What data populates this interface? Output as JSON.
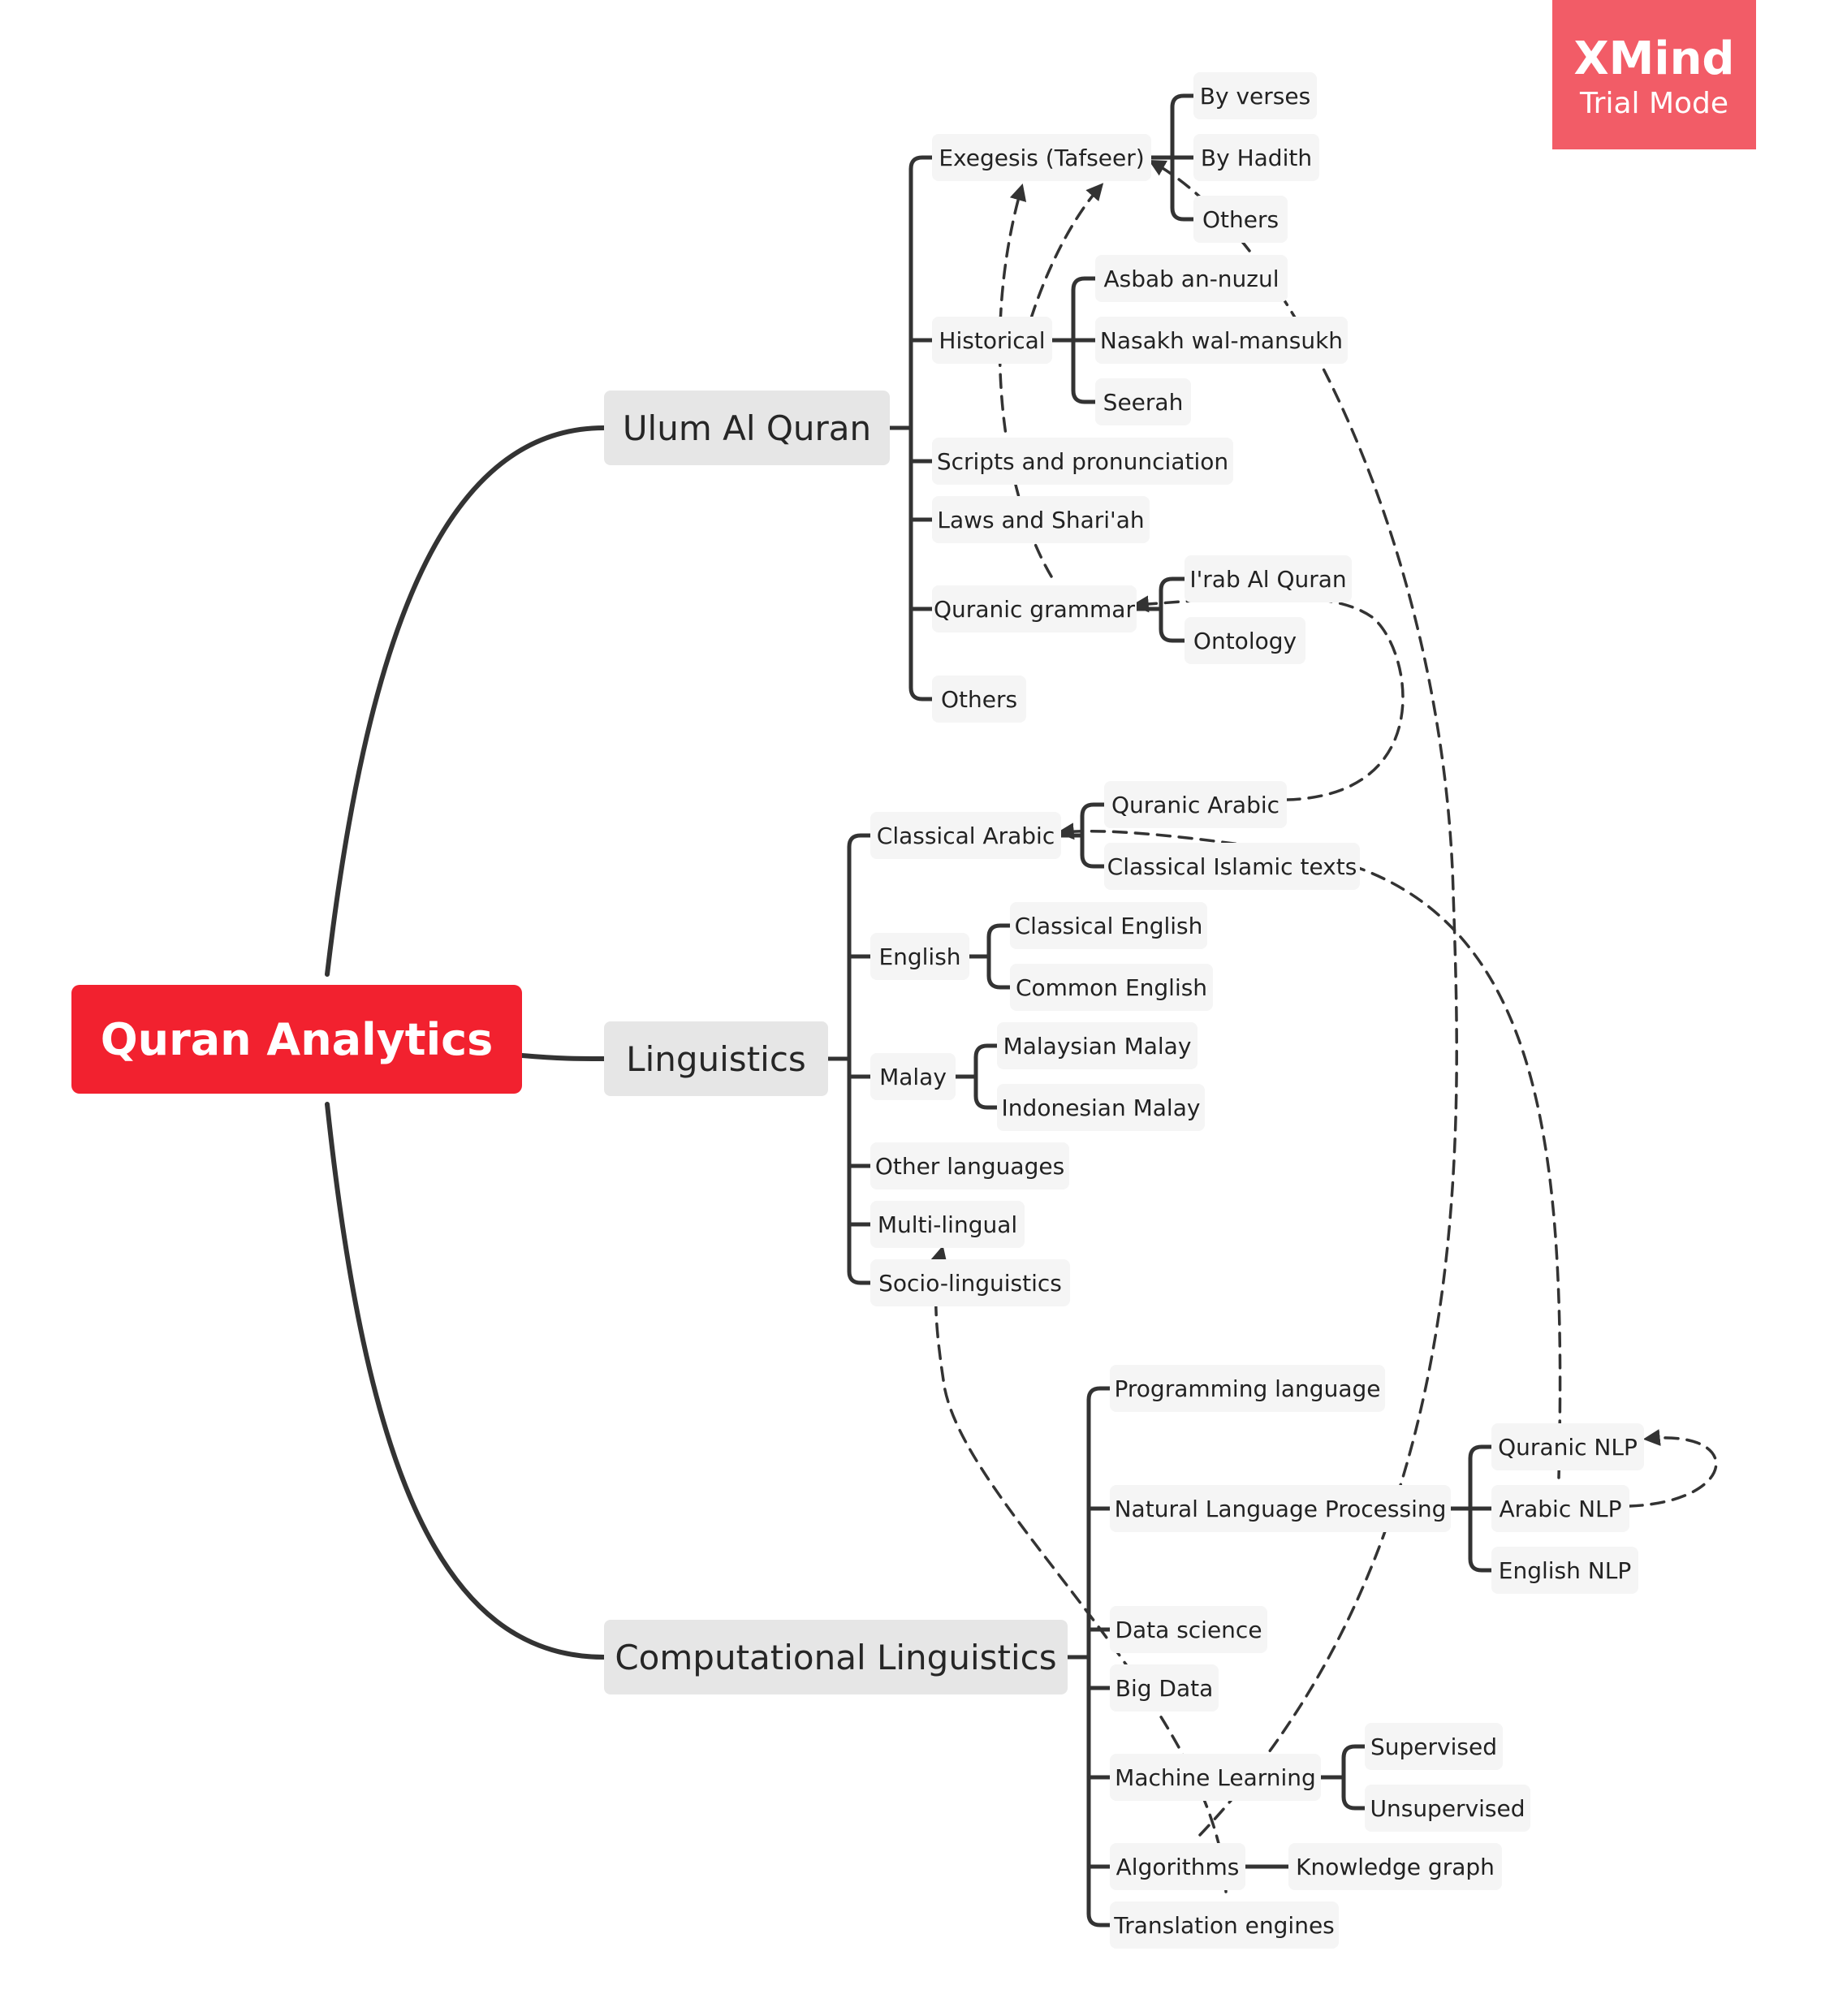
{
  "watermark": {
    "brand": "XMind",
    "mode": "Trial Mode"
  },
  "colors": {
    "root": "#f2212f",
    "branch": "#333333",
    "watermark": "#f25c67"
  },
  "map": {
    "root": "Quran Analytics",
    "branches": [
      {
        "label": "Ulum Al Quran",
        "children": [
          {
            "label": "Exegesis (Tafseer)",
            "children": [
              "By verses",
              "By Hadith",
              "Others"
            ]
          },
          {
            "label": "Historical",
            "children": [
              "Asbab an-nuzul",
              "Nasakh wal-mansukh",
              "Seerah"
            ]
          },
          {
            "label": "Scripts and pronunciation",
            "children": []
          },
          {
            "label": "Laws and Shari'ah",
            "children": []
          },
          {
            "label": "Quranic grammar",
            "children": [
              "I'rab Al Quran",
              "Ontology"
            ]
          },
          {
            "label": "Others",
            "children": []
          }
        ]
      },
      {
        "label": "Linguistics",
        "children": [
          {
            "label": "Classical Arabic",
            "children": [
              "Quranic Arabic",
              "Classical Islamic texts"
            ]
          },
          {
            "label": "English",
            "children": [
              "Classical English",
              "Common English"
            ]
          },
          {
            "label": "Malay",
            "children": [
              "Malaysian Malay",
              "Indonesian Malay"
            ]
          },
          {
            "label": "Other languages",
            "children": []
          },
          {
            "label": "Multi-lingual",
            "children": []
          },
          {
            "label": "Socio-linguistics",
            "children": []
          }
        ]
      },
      {
        "label": "Computational Linguistics",
        "children": [
          {
            "label": "Programming language",
            "children": []
          },
          {
            "label": "Natural Language Processing",
            "children": [
              "Quranic NLP",
              "Arabic NLP",
              "English NLP"
            ]
          },
          {
            "label": "Data science",
            "children": []
          },
          {
            "label": "Big Data",
            "children": []
          },
          {
            "label": "Machine Learning",
            "children": [
              "Supervised",
              "Unsupervised"
            ]
          },
          {
            "label": "Algorithms",
            "children": [
              "Knowledge graph"
            ]
          },
          {
            "label": "Translation engines",
            "children": []
          }
        ]
      }
    ]
  }
}
